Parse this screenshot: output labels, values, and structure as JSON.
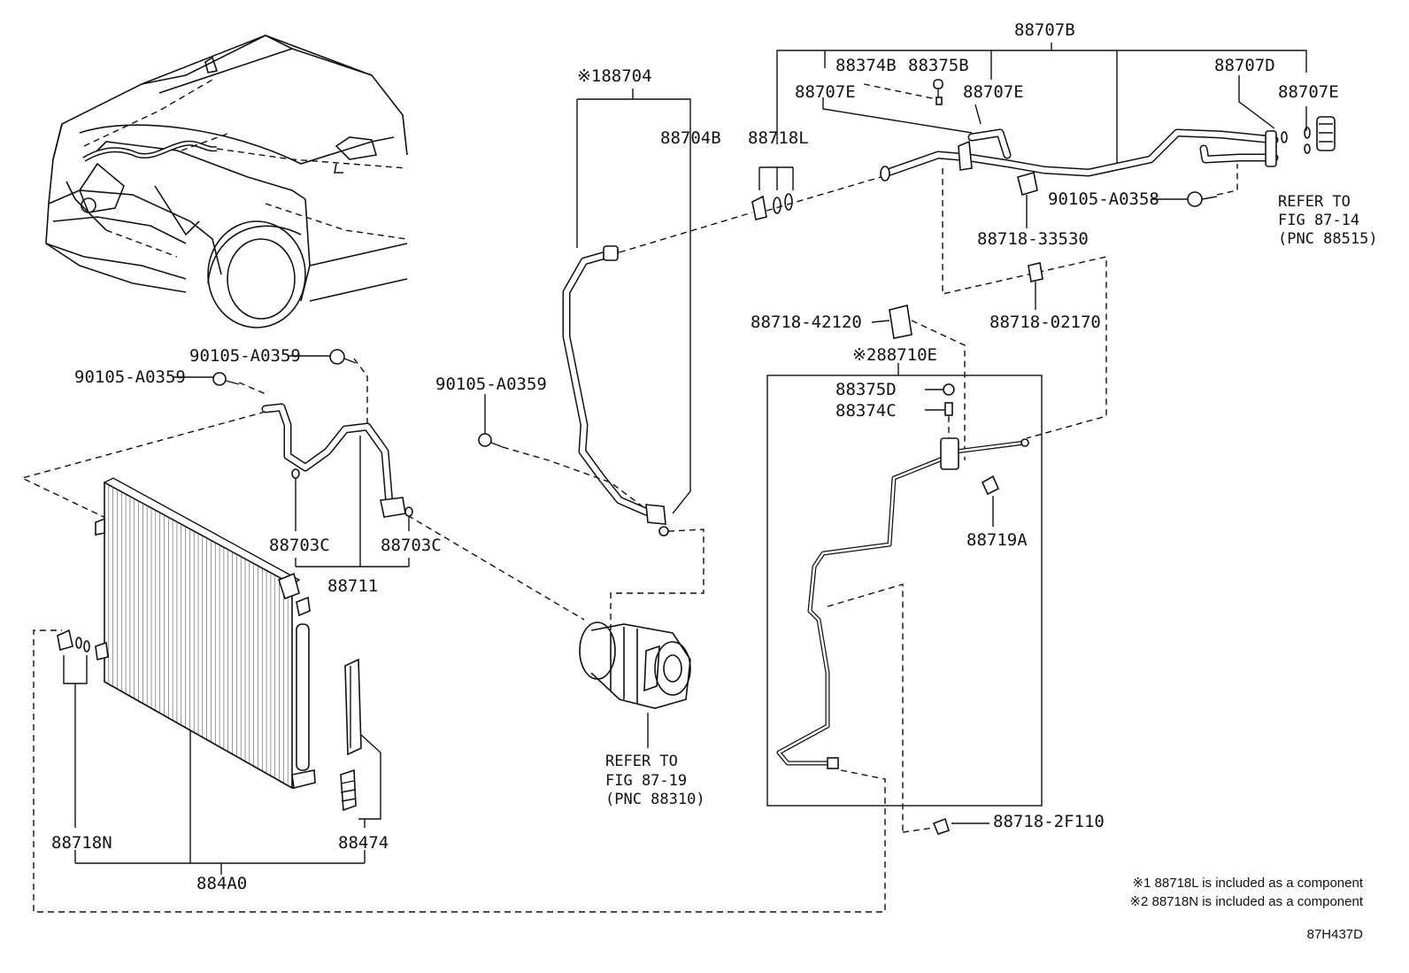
{
  "labels": {
    "p88707B": "88707B",
    "p88374B": "88374B",
    "p88375B": "88375B",
    "p88707D": "88707D",
    "p88707E_a": "88707E",
    "p88707E_b": "88707E",
    "p88707E_c": "88707E",
    "p88704": "※188704",
    "p88704B": "88704B",
    "p88718L": "88718L",
    "p90105_A0358": "90105-A0358",
    "p88718_33530": "88718-33530",
    "p88718_02170": "88718-02170",
    "p88718_42120": "88718-42120",
    "p88710E": "※288710E",
    "p88375D": "88375D",
    "p88374C": "88374C",
    "p88719A": "88719A",
    "p88718_2F110": "88718-2F110",
    "p90105_A0359_a": "90105-A0359",
    "p90105_A0359_b": "90105-A0359",
    "p90105_A0359_c": "90105-A0359",
    "p88703C_a": "88703C",
    "p88703C_b": "88703C",
    "p88711": "88711",
    "p88718N": "88718N",
    "p88474": "88474",
    "p884A0": "884A0"
  },
  "references": {
    "fig87_14": [
      "REFER TO",
      "FIG 87-14",
      "(PNC 88515)"
    ],
    "fig87_19": [
      "REFER TO",
      "FIG 87-19",
      "(PNC 88310)"
    ]
  },
  "notes": {
    "note1": "※1 88718L is included as a component",
    "note2": "※2 88718N is included as a component"
  },
  "diagram_code": "87H437D"
}
